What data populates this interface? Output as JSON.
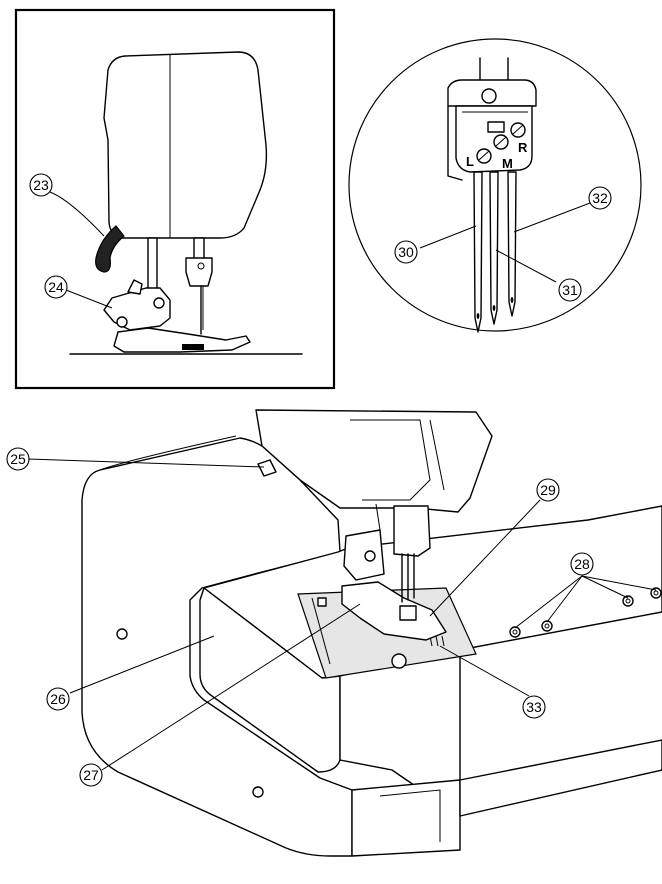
{
  "callouts": {
    "c23": "23",
    "c24": "24",
    "c25": "25",
    "c26": "26",
    "c27": "27",
    "c28": "28",
    "c29": "29",
    "c30": "30",
    "c31": "31",
    "c32": "32",
    "c33": "33"
  },
  "needle_clamp_labels": {
    "left": "L",
    "middle": "M",
    "right": "R"
  }
}
